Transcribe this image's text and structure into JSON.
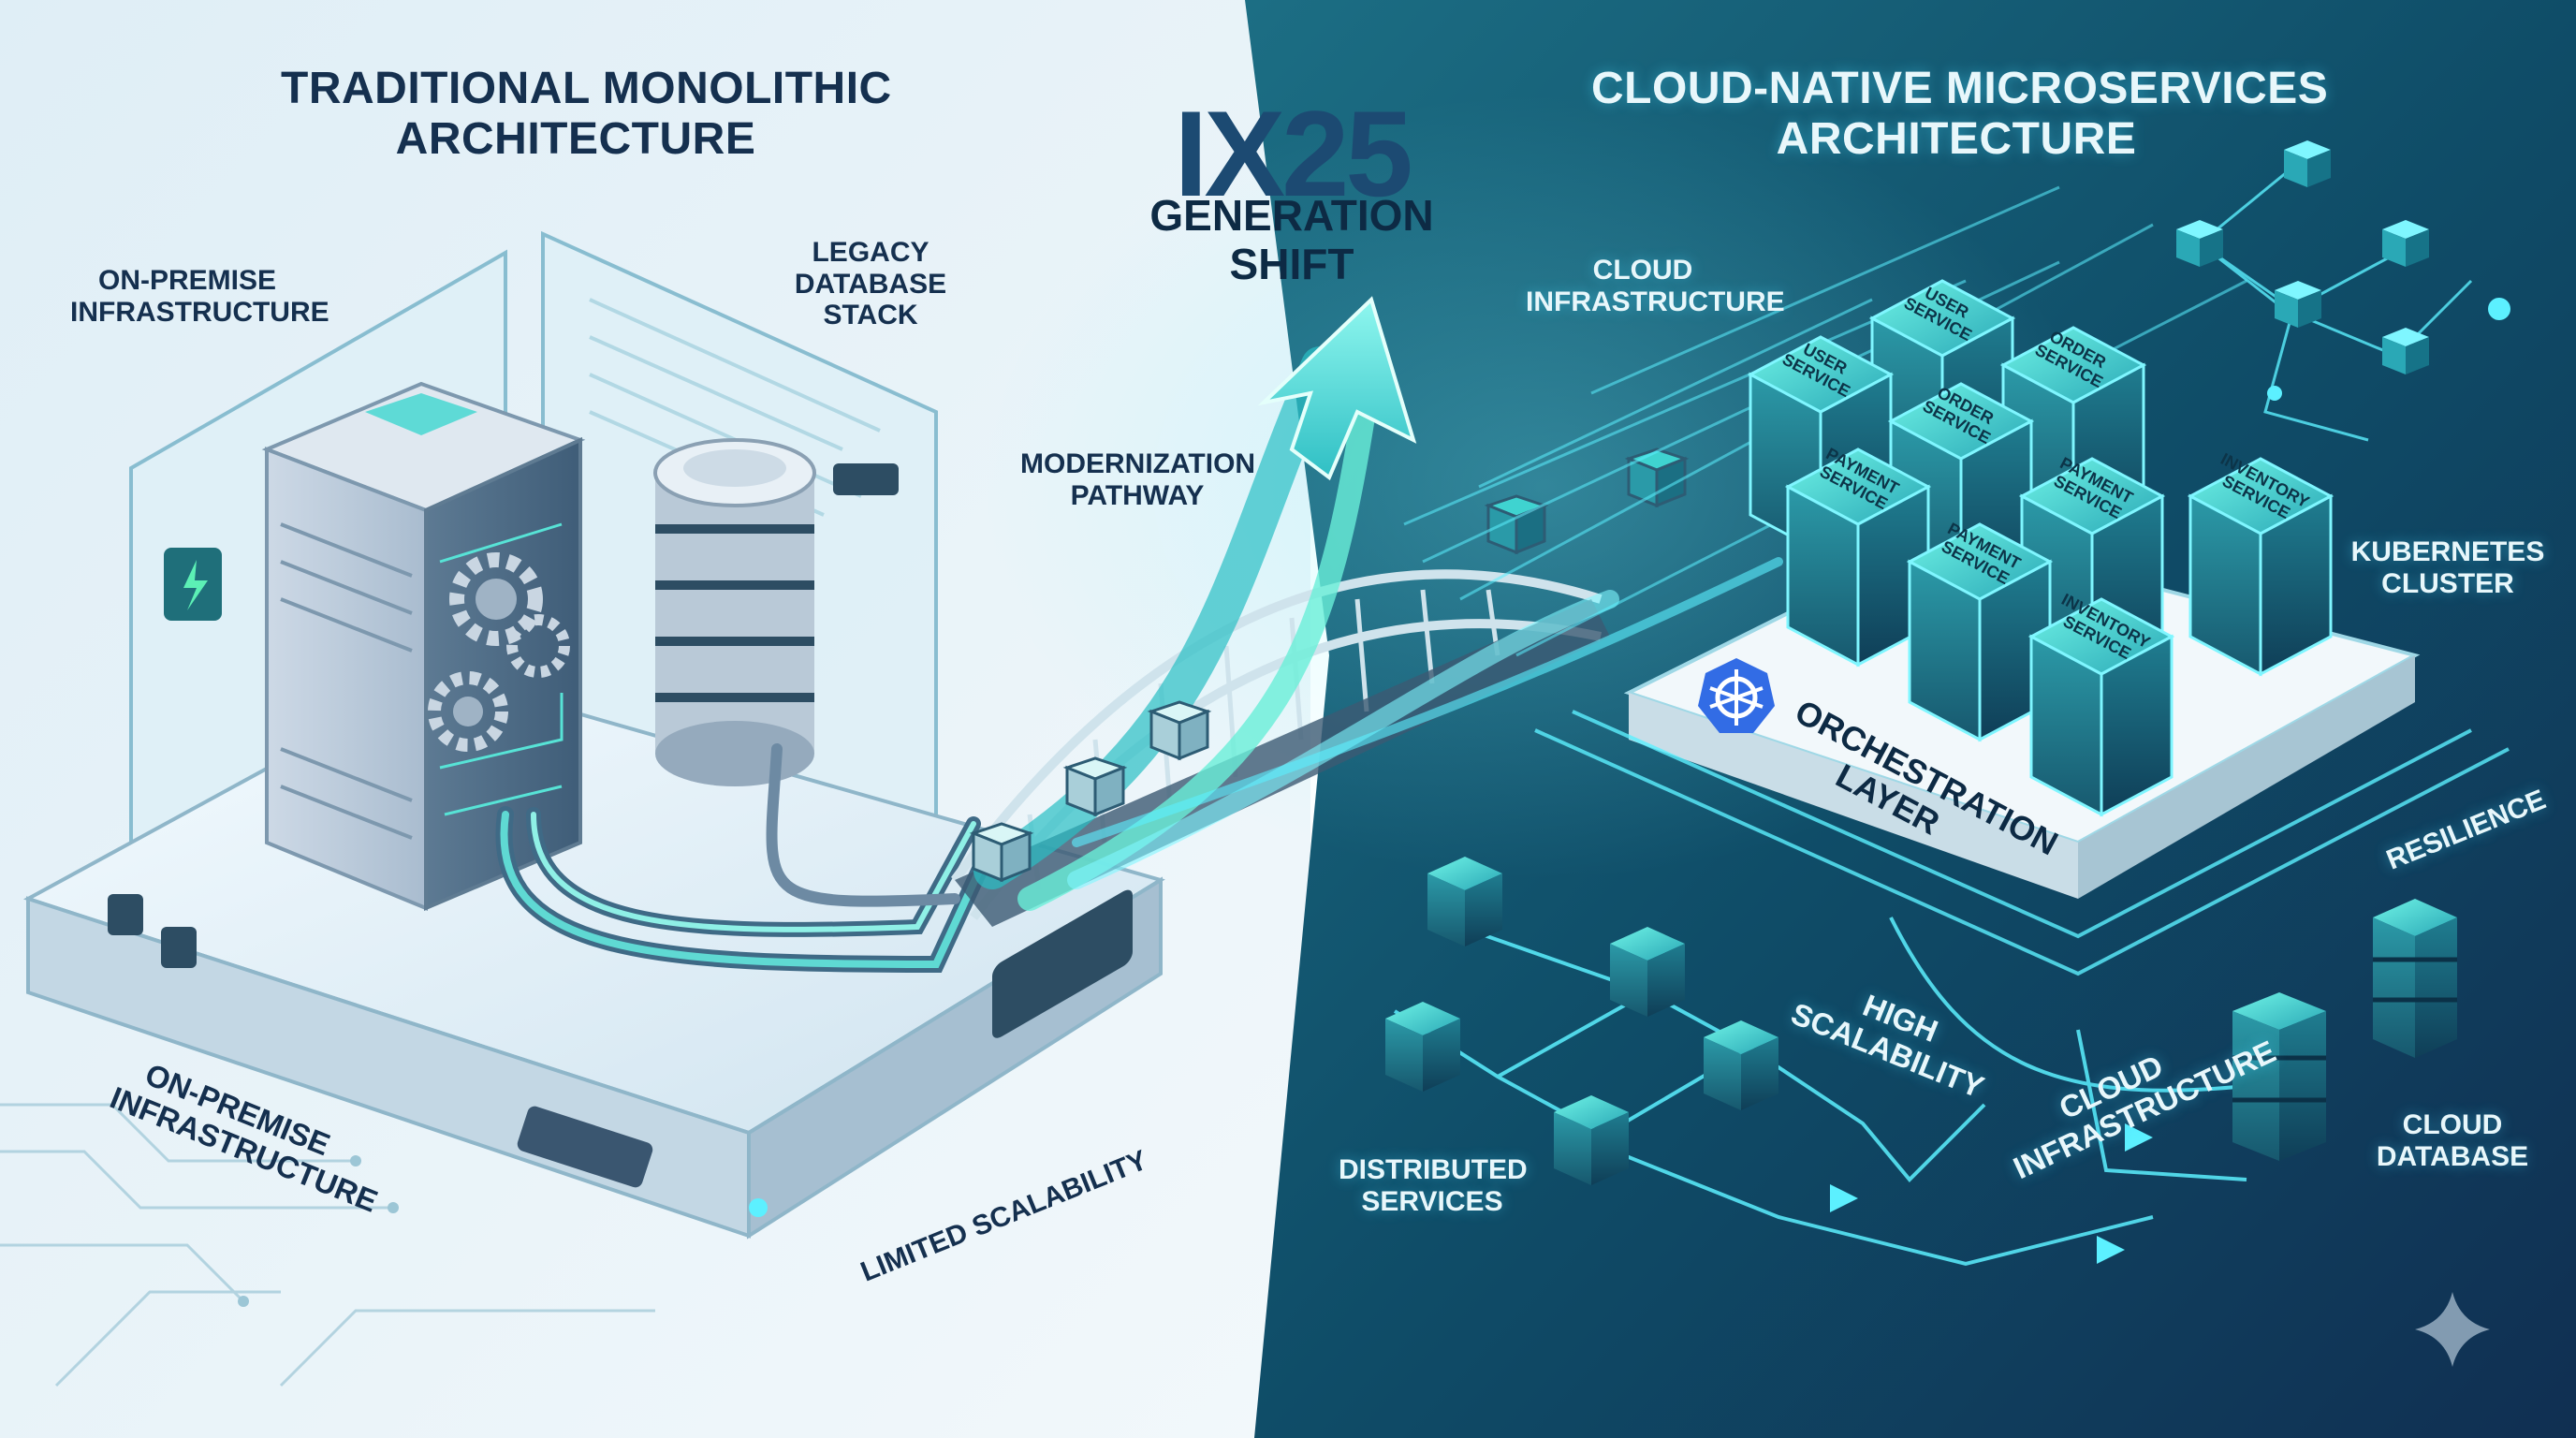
{
  "brand": {
    "mark": "IX25",
    "subtitle_line1": "GENERATION",
    "subtitle_line2": "SHIFT"
  },
  "left": {
    "title_line1": "TRADITIONAL MONOLITHIC",
    "title_line2": "ARCHITECTURE",
    "on_premise_top_line1": "ON-PREMISE",
    "on_premise_top_line2": "INFRASTRUCTURE",
    "legacy_line1": "LEGACY",
    "legacy_line2": "DATABASE",
    "legacy_line3": "STACK",
    "on_premise_base_line1": "ON-PREMISE",
    "on_premise_base_line2": "INFRASTRUCTURE",
    "limited": "LIMITED SCALABILITY"
  },
  "center": {
    "pathway_line1": "MODERNIZATION",
    "pathway_line2": "PATHWAY"
  },
  "right": {
    "title_line1": "CLOUD-NATIVE MICROSERVICES",
    "title_line2": "ARCHITECTURE",
    "cloud_infra_top_line1": "CLOUD",
    "cloud_infra_top_line2": "INFRASTRUCTURE",
    "kubernetes_line1": "KUBERNETES",
    "kubernetes_line2": "CLUSTER",
    "orchestration_line1": "ORCHESTRATION",
    "orchestration_line2": "LAYER",
    "resilience": "RESILIENCE",
    "high_scal_line1": "HIGH",
    "high_scal_line2": "SCALABILITY",
    "cloud_infra_bottom_line1": "CLOUD",
    "cloud_infra_bottom_line2": "INFRASTRUCTURE",
    "distributed_line1": "DISTRIBUTED",
    "distributed_line2": "SERVICES",
    "cloud_db_line1": "CLOUD",
    "cloud_db_line2": "DATABASE",
    "services": [
      {
        "label_line1": "USER",
        "label_line2": "SERVICE"
      },
      {
        "label_line1": "USER",
        "label_line2": "SERVICE"
      },
      {
        "label_line1": "ORDER",
        "label_line2": "SERVICE"
      },
      {
        "label_line1": "ORDER",
        "label_line2": "SERVICE"
      },
      {
        "label_line1": "PAYMENT",
        "label_line2": "SERVICE"
      },
      {
        "label_line1": "PAYMENT",
        "label_line2": "SERVICE"
      },
      {
        "label_line1": "PAYMENT",
        "label_line2": "SERVICE"
      },
      {
        "label_line1": "INVENTORY",
        "label_line2": "SERVICE"
      },
      {
        "label_line1": "INVENTORY",
        "label_line2": "SERVICE"
      }
    ]
  },
  "colors": {
    "left_bg": "#eaf3f8",
    "right_bg": "#0e4a63",
    "accent_teal": "#3fd3d0",
    "accent_cyan": "#5cf0ff",
    "ink_dark": "#15304f"
  },
  "icons": [
    "power-icon",
    "gear-icon",
    "kubernetes-wheel-icon",
    "sparkle-icon",
    "arrow-right-icon"
  ]
}
